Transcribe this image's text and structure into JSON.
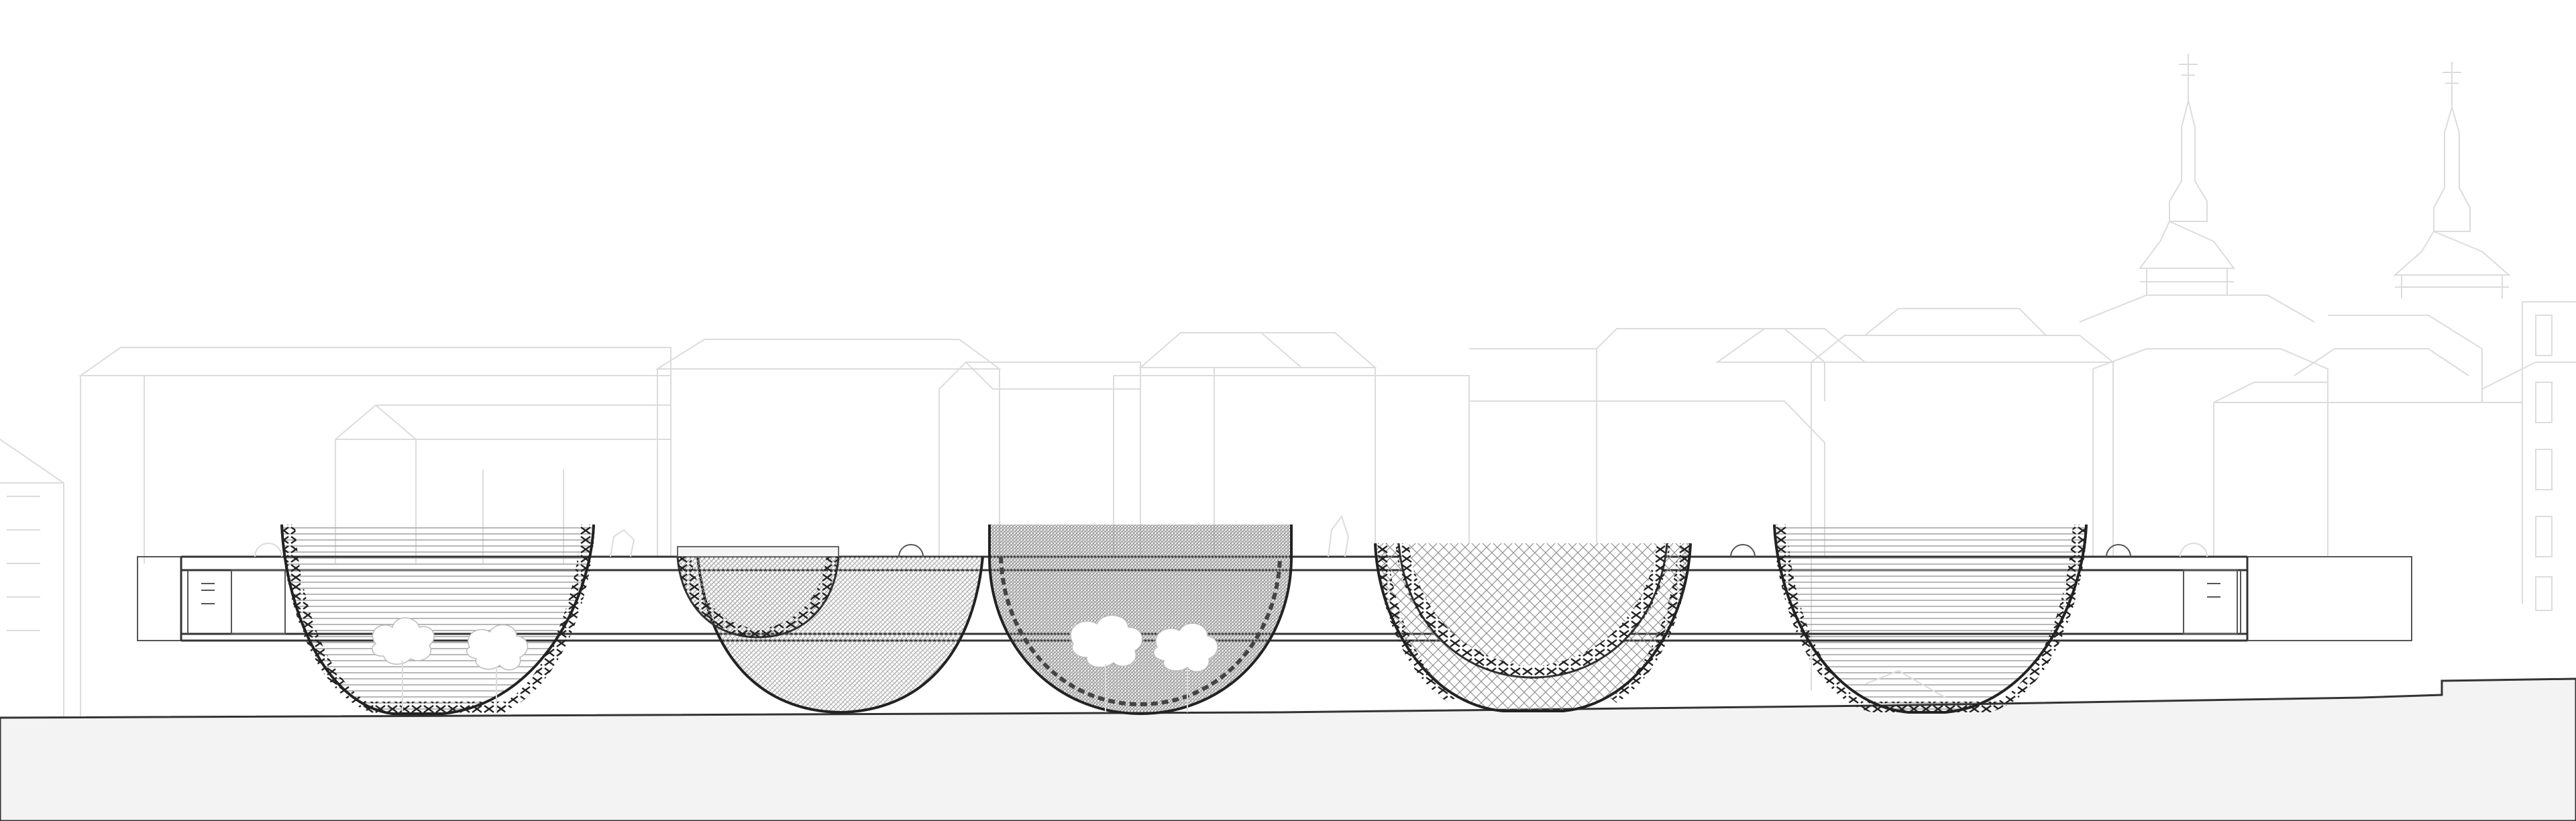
{
  "drawing": {
    "kind": "architectural section",
    "colors": {
      "background": "#ffffff",
      "linework": "#333333",
      "context": "#dcdcdc",
      "ground": "#f3f3f3",
      "hatch": "#8a8a8a"
    },
    "domes": [
      {
        "id": "dome-1",
        "shape": "deep-bowl",
        "pattern": "horizontal-courses",
        "trees": true
      },
      {
        "id": "dome-2",
        "shape": "shallow-bowl",
        "pattern": "fine-mesh",
        "inner_ring": true,
        "trees": false
      },
      {
        "id": "dome-3",
        "shape": "half-sphere",
        "pattern": "dense-mesh",
        "trees": true
      },
      {
        "id": "dome-4",
        "shape": "deep-bowl",
        "pattern": "diamond-lattice",
        "inner_ring": true,
        "trees": false
      },
      {
        "id": "dome-5",
        "shape": "deep-bowl",
        "pattern": "horizontal-courses",
        "trees": false
      }
    ],
    "context_buildings": true,
    "church_spires": 2
  }
}
